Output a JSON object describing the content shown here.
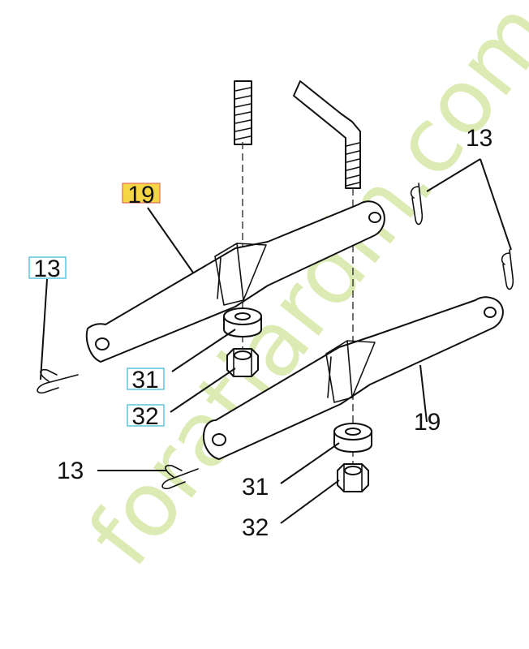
{
  "watermark": "foratjardin.com",
  "colors": {
    "line": "#111111",
    "highlight_fill": "#f6d645",
    "highlight_border": "#d9534f",
    "callout_border": "#3bb6d6",
    "watermark": "#cfe59a"
  },
  "callouts": {
    "c19_highlight": "19",
    "c13_left_boxed": "13",
    "c31_boxed": "31",
    "c32_boxed": "32",
    "c13_bottom": "13",
    "c13_right": "13",
    "c19_right": "19",
    "c31_right": "31",
    "c32_right": "32"
  }
}
